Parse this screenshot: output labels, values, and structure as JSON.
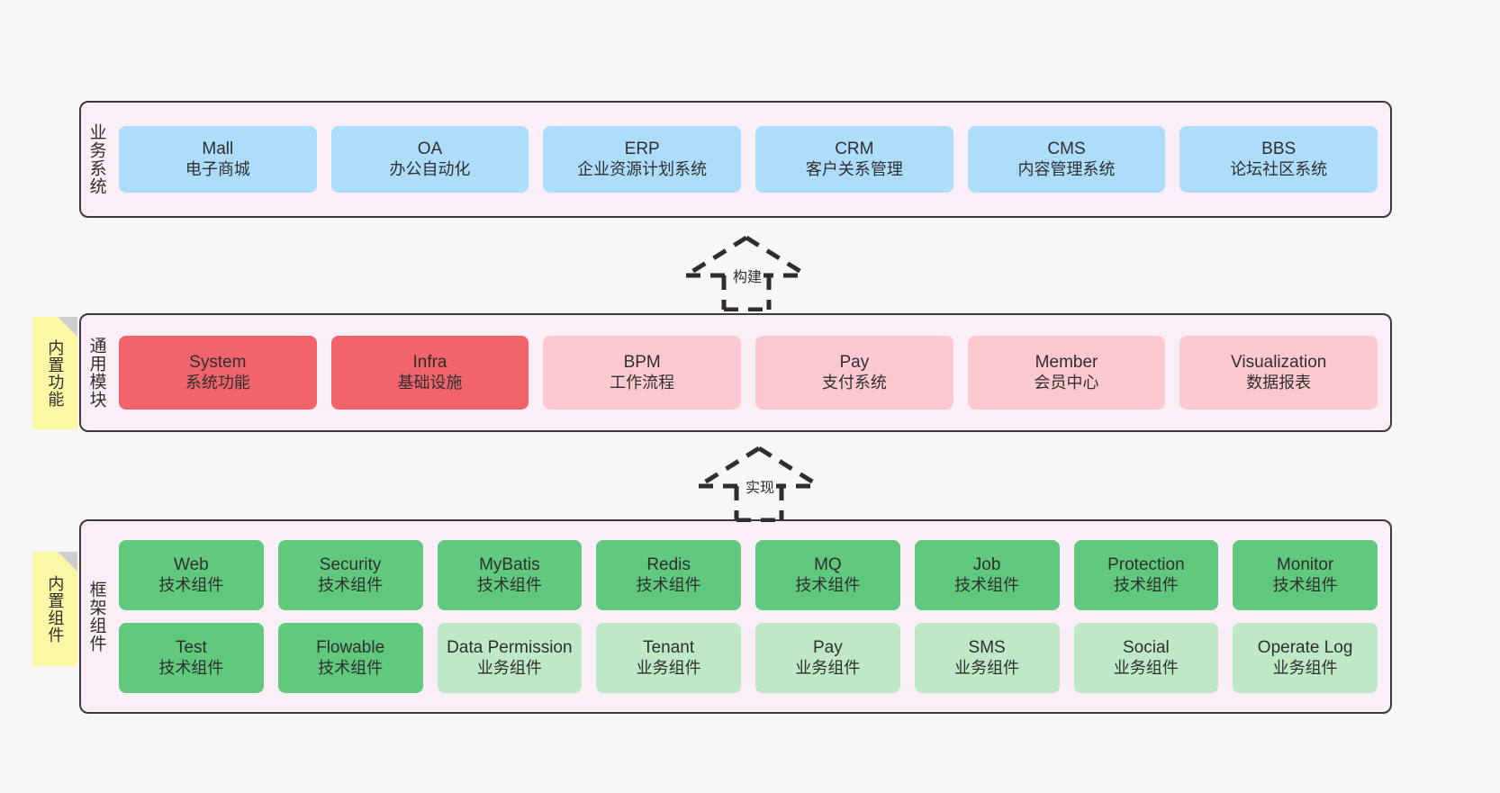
{
  "palette": {
    "background": "#f7f7f7",
    "section_fill": "#faeff7",
    "section_border": "#3b3b3b",
    "business_box": "#aedd fb",
    "module_active": "#f2646b",
    "module_plain": "#fcc9d1",
    "tech_component": "#60c97e",
    "business_component": "#bfe8c7",
    "note_fill": "#fbf8a5",
    "note_fold": "#cfcfcf",
    "text": "#2e2e2e"
  },
  "sections": {
    "business": {
      "label": "业务系统",
      "boxes": [
        {
          "en": "Mall",
          "cn": "电子商城"
        },
        {
          "en": "OA",
          "cn": "办公自动化"
        },
        {
          "en": "ERP",
          "cn": "企业资源计划系统"
        },
        {
          "en": "CRM",
          "cn": "客户关系管理"
        },
        {
          "en": "CMS",
          "cn": "内容管理系统"
        },
        {
          "en": "BBS",
          "cn": "论坛社区系统"
        }
      ]
    },
    "modules": {
      "label": "通用模块",
      "note": "内置功能",
      "boxes": [
        {
          "en": "System",
          "cn": "系统功能",
          "style": "red"
        },
        {
          "en": "Infra",
          "cn": "基础设施",
          "style": "red"
        },
        {
          "en": "BPM",
          "cn": "工作流程",
          "style": "pink"
        },
        {
          "en": "Pay",
          "cn": "支付系统",
          "style": "pink"
        },
        {
          "en": "Member",
          "cn": "会员中心",
          "style": "pink"
        },
        {
          "en": "Visualization",
          "cn": "数据报表",
          "style": "pink"
        }
      ]
    },
    "framework": {
      "label": "框架组件",
      "note": "内置组件",
      "row1": [
        {
          "en": "Web",
          "cn": "技术组件",
          "style": "green"
        },
        {
          "en": "Security",
          "cn": "技术组件",
          "style": "green"
        },
        {
          "en": "MyBatis",
          "cn": "技术组件",
          "style": "green"
        },
        {
          "en": "Redis",
          "cn": "技术组件",
          "style": "green"
        },
        {
          "en": "MQ",
          "cn": "技术组件",
          "style": "green"
        },
        {
          "en": "Job",
          "cn": "技术组件",
          "style": "green"
        },
        {
          "en": "Protection",
          "cn": "技术组件",
          "style": "green"
        },
        {
          "en": "Monitor",
          "cn": "技术组件",
          "style": "green"
        }
      ],
      "row2": [
        {
          "en": "Test",
          "cn": "技术组件",
          "style": "green"
        },
        {
          "en": "Flowable",
          "cn": "技术组件",
          "style": "green"
        },
        {
          "en": "Data Permission",
          "cn": "业务组件",
          "style": "lightgreen"
        },
        {
          "en": "Tenant",
          "cn": "业务组件",
          "style": "lightgreen"
        },
        {
          "en": "Pay",
          "cn": "业务组件",
          "style": "lightgreen"
        },
        {
          "en": "SMS",
          "cn": "业务组件",
          "style": "lightgreen"
        },
        {
          "en": "Social",
          "cn": "业务组件",
          "style": "lightgreen"
        },
        {
          "en": "Operate Log",
          "cn": "业务组件",
          "style": "lightgreen"
        }
      ]
    }
  },
  "connectors": [
    {
      "id": "build",
      "label": "构建"
    },
    {
      "id": "implement",
      "label": "实现"
    }
  ]
}
